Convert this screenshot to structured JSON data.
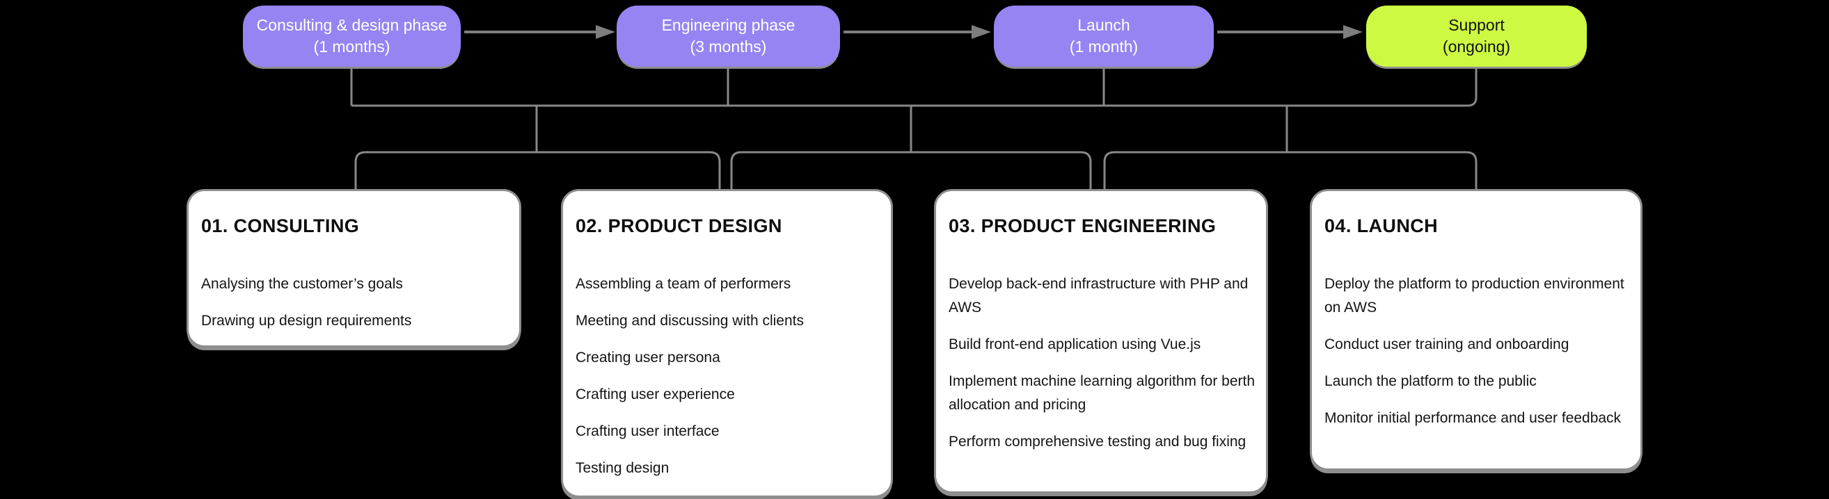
{
  "diagram": {
    "phases": [
      {
        "name": "Consulting & design phase",
        "duration": "(1 months)",
        "color": "#9584F2",
        "text_color": "#FFFFFF"
      },
      {
        "name": "Engineering phase",
        "duration": "(3 months)",
        "color": "#9584F2",
        "text_color": "#FFFFFF"
      },
      {
        "name": "Launch",
        "duration": "(1 month)",
        "color": "#9584F2",
        "text_color": "#FFFFFF"
      },
      {
        "name": "Support",
        "duration": "(ongoing)",
        "color": "#CEF943",
        "text_color": "#111111"
      }
    ],
    "cards": [
      {
        "title": "01. CONSULTING",
        "items": [
          "Analysing the customer’s goals",
          "Drawing up design requirements"
        ]
      },
      {
        "title": "02. PRODUCT DESIGN",
        "items": [
          "Assembling a team of performers",
          "Meeting and discussing with clients",
          "Creating user persona",
          "Crafting user experience",
          "Crafting user interface",
          "Testing design"
        ]
      },
      {
        "title": "03. PRODUCT ENGINEERING",
        "items": [
          "Develop back-end infrastructure with PHP and AWS",
          "Build front-end application using Vue.js",
          "Implement machine learning algorithm for berth allocation and pricing",
          "Perform comprehensive testing and bug fixing"
        ]
      },
      {
        "title": "04. LAUNCH",
        "items": [
          "Deploy the platform to production environment on AWS",
          "Conduct user training and onboarding",
          "Launch the platform to the public",
          "Monitor initial performance and user feedback"
        ]
      }
    ],
    "colors": {
      "background": "#000000",
      "connector": "#878787",
      "arrow": "#7E7E7E",
      "card_background": "#FFFFFF",
      "card_border": "#8E8E8E",
      "phase_purple": "#9584F2",
      "phase_lime": "#CEF943"
    }
  }
}
